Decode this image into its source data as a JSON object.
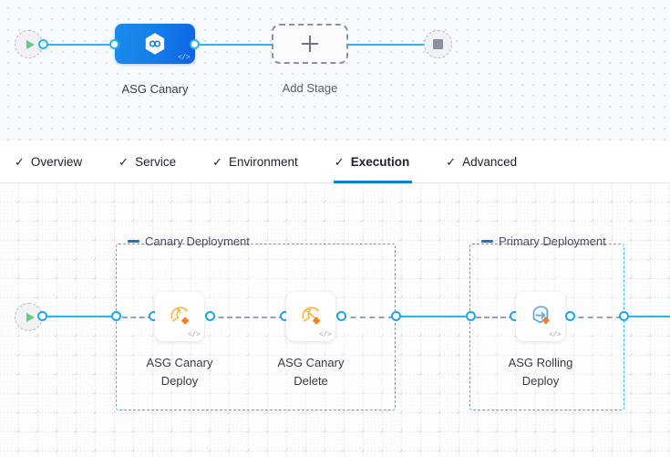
{
  "stage_canvas": {
    "start_node": {
      "icon": "play-icon"
    },
    "end_node": {
      "icon": "stop-icon"
    },
    "stage": {
      "label": "ASG Canary",
      "icon": "deployment-hexagon-icon",
      "code_glyph": "</>",
      "color": "#1580e8"
    },
    "add_stage": {
      "label": "Add Stage",
      "icon": "plus-icon"
    }
  },
  "tabs": [
    {
      "label": "Overview",
      "check": "✓",
      "active": false
    },
    {
      "label": "Service",
      "check": "✓",
      "active": false
    },
    {
      "label": "Environment",
      "check": "✓",
      "active": false
    },
    {
      "label": "Execution",
      "check": "✓",
      "active": true
    },
    {
      "label": "Advanced",
      "check": "✓",
      "active": false
    }
  ],
  "tab_accent_color": "#0b7fd4",
  "execution_canvas": {
    "start_node": {
      "icon": "play-icon"
    },
    "groups": [
      {
        "title": "Canary Deployment",
        "collapse_icon": "minus-icon",
        "steps": [
          {
            "label": "ASG Canary Deploy",
            "line1": "ASG Canary",
            "line2": "Deploy",
            "icon": "asg-canary-deploy-icon",
            "code_glyph": "</>"
          },
          {
            "label": "ASG Canary Delete",
            "line1": "ASG Canary",
            "line2": "Delete",
            "icon": "asg-canary-delete-icon",
            "code_glyph": "</>"
          }
        ]
      },
      {
        "title": "Primary Deployment",
        "collapse_icon": "minus-icon",
        "steps": [
          {
            "label": "ASG Rolling Deploy",
            "line1": "ASG Rolling",
            "line2": "Deploy",
            "icon": "asg-rolling-deploy-icon",
            "code_glyph": "</>"
          }
        ]
      }
    ],
    "connector_color": "#29b5f5",
    "group_border_color": "#2fb8f2"
  }
}
